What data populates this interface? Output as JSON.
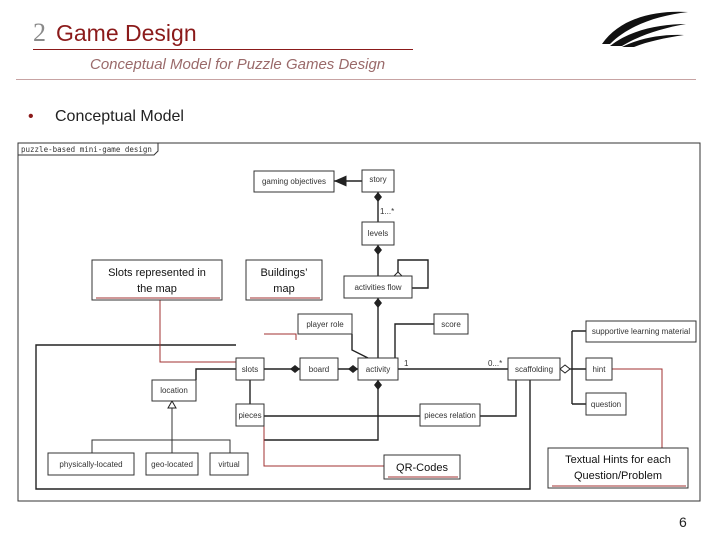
{
  "slide": {
    "section_number": "2",
    "section_title": "Game Design",
    "subtitle": "Conceptual Model for Puzzle Games Design",
    "bullet": "Conceptual Model",
    "page_number": "6"
  },
  "diagram": {
    "frame_title": "puzzle-based mini-game design",
    "classes": {
      "gaming_objectives": "gaming objectives",
      "story": "story",
      "levels": "levels",
      "activities_flow": "activities flow",
      "player_role": "player role",
      "score": "score",
      "slots": "slots",
      "board": "board",
      "activity": "activity",
      "scaffolding": "scaffolding",
      "location": "location",
      "pieces": "pieces",
      "pieces_relation": "pieces relation",
      "physically_located": "physically-located",
      "geo_located": "geo-located",
      "virtual": "virtual",
      "supportive_learning_material": "supportive learning material",
      "hint": "hint",
      "question": "question"
    },
    "multiplicities": {
      "story_levels": "1...*",
      "activity_scaffolding_left": "1",
      "activity_scaffolding_right": "0...*"
    },
    "callouts": {
      "slots_map_line1": "Slots represented in",
      "slots_map_line2": "the map",
      "buildings_line1": "Buildings’",
      "buildings_line2": "map",
      "qr_codes": "QR-Codes",
      "hints_line1": "Textual Hints for each",
      "hints_line2": "Question/Problem"
    }
  }
}
